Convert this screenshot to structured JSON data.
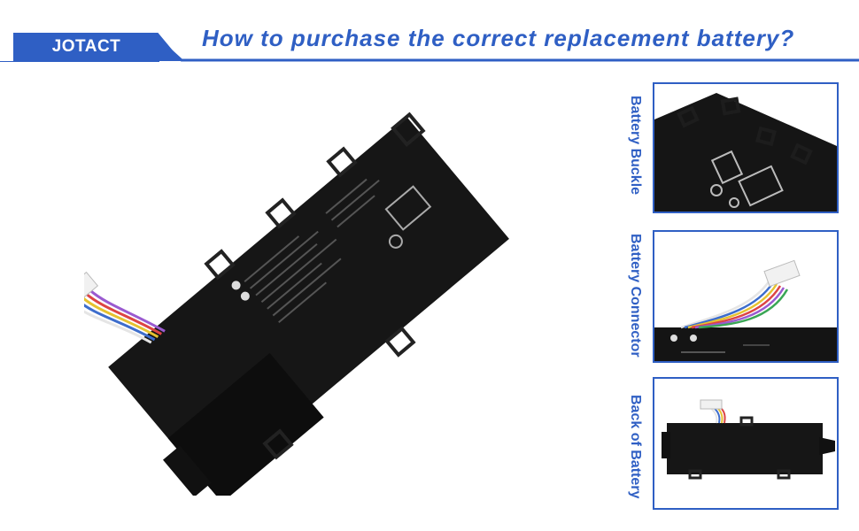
{
  "header": {
    "brand": "JOTACT",
    "headline": "How to purchase the correct replacement battery?"
  },
  "colors": {
    "accent": "#2f5fc4",
    "battery_body": "#151515",
    "background": "#ffffff"
  },
  "main_image": {
    "icon": "laptop-battery-photo"
  },
  "details": [
    {
      "label": "Battery Buckle",
      "icon": "battery-buckle-photo"
    },
    {
      "label": "Battery Connector",
      "icon": "battery-connector-photo"
    },
    {
      "label": "Back of Battery",
      "icon": "battery-back-photo"
    }
  ]
}
